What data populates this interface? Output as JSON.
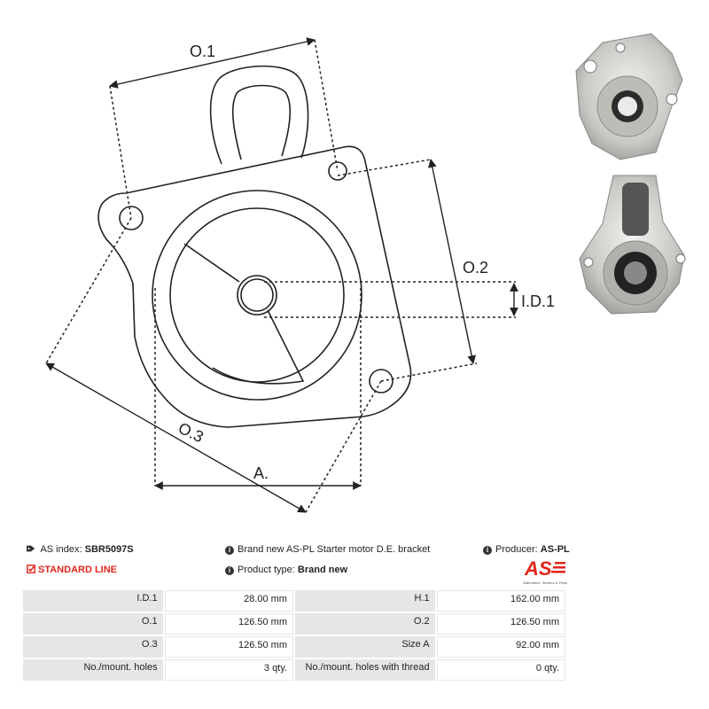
{
  "drawing": {
    "labels": {
      "o1": "O.1",
      "o2": "O.2",
      "o3": "O.3",
      "id1": "I.D.1",
      "a": "A."
    }
  },
  "info": {
    "as_index_label": "AS index:",
    "as_index_value": "SBR5097S",
    "line_label": "STANDARD LINE",
    "description": "Brand new AS-PL Starter motor D.E. bracket",
    "product_type_label": "Product type:",
    "product_type_value": "Brand new",
    "producer_label": "Producer:",
    "producer_value": "AS-PL"
  },
  "logo": {
    "text": "AS",
    "tagline": "Alternators, Starters & Parts",
    "color": "#e1261c"
  },
  "specs": [
    {
      "k1": "I.D.1",
      "v1": "28.00 mm",
      "k2": "H.1",
      "v2": "162.00 mm"
    },
    {
      "k1": "O.1",
      "v1": "126.50 mm",
      "k2": "O.2",
      "v2": "126.50 mm"
    },
    {
      "k1": "O.3",
      "v1": "126.50 mm",
      "k2": "Size A",
      "v2": "92.00 mm"
    },
    {
      "k1": "No./mount. holes",
      "v1": "3 qty.",
      "k2": "No./mount. holes with thread",
      "v2": "0 qty."
    }
  ],
  "icons": {
    "tag": "tag-icon",
    "check": "check-square-icon",
    "info": "info-circle-icon"
  }
}
